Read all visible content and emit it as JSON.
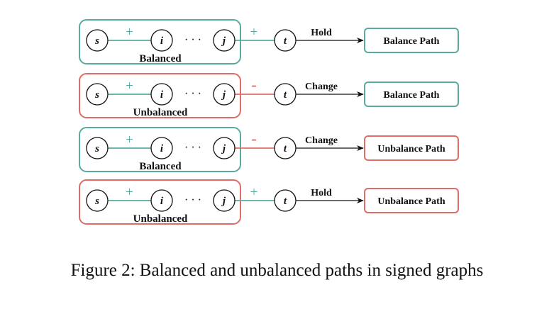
{
  "colors": {
    "balanced": "#5aab9f",
    "unbalanced": "#df6d66",
    "ink": "#111111"
  },
  "rows": [
    {
      "group_status": "Balanced",
      "group_color": "balanced",
      "edge_sign": "+",
      "edge_color": "balanced",
      "action": "Hold",
      "result": "Balance Path",
      "result_color": "balanced"
    },
    {
      "group_status": "Unbalanced",
      "group_color": "unbalanced",
      "edge_sign": "-",
      "edge_color": "unbalanced",
      "action": "Change",
      "result": "Balance Path",
      "result_color": "balanced"
    },
    {
      "group_status": "Balanced",
      "group_color": "balanced",
      "edge_sign": "-",
      "edge_color": "unbalanced",
      "action": "Change",
      "result": "Unbalance Path",
      "result_color": "unbalanced"
    },
    {
      "group_status": "Unbalanced",
      "group_color": "unbalanced",
      "edge_sign": "+",
      "edge_color": "balanced",
      "action": "Hold",
      "result": "Unbalance Path",
      "result_color": "unbalanced"
    }
  ],
  "nodes": {
    "s": "s",
    "i": "i",
    "ellipsis": "· · ·",
    "j": "j",
    "t": "t"
  },
  "inner_sign": "+",
  "caption": "Figure 2: Balanced and unbalanced paths in signed graphs"
}
